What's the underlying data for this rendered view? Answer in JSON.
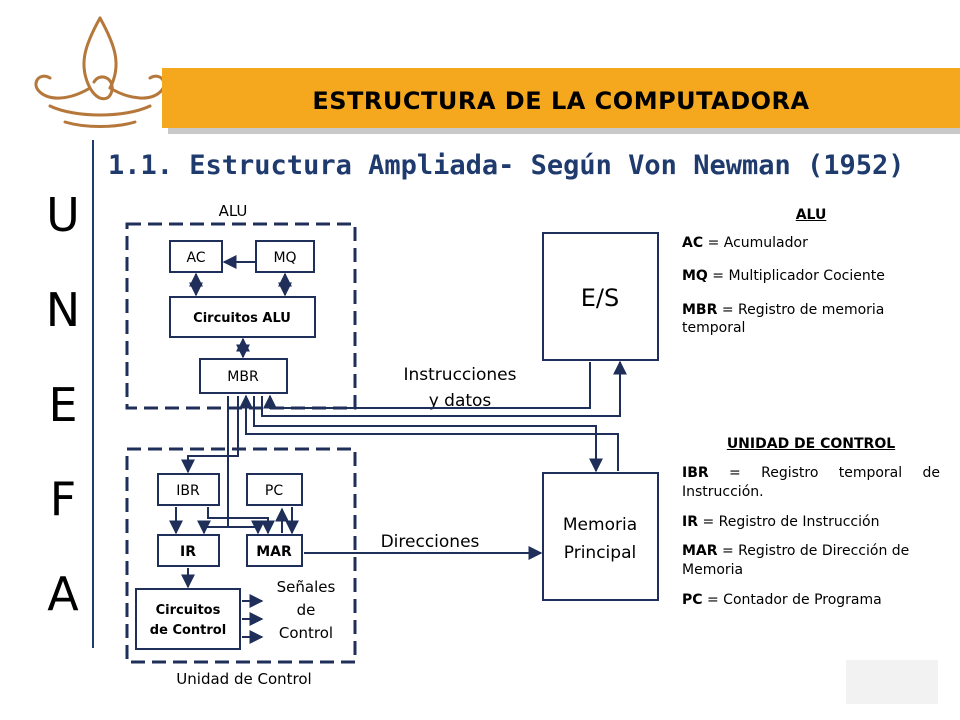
{
  "header": {
    "title": "ESTRUCTURA DE LA COMPUTADORA",
    "subtitle": "1.1. Estructura Ampliada- Según Von Newman (1952)"
  },
  "side_logo": {
    "letters": [
      "U",
      "N",
      "E",
      "F",
      "A"
    ]
  },
  "diagram": {
    "alu_group_label": "ALU",
    "control_group_label": "Unidad de Control",
    "blocks": {
      "ac": "AC",
      "mq": "MQ",
      "alu_circuits": "Circuitos ALU",
      "mbr": "MBR",
      "ibr": "IBR",
      "pc": "PC",
      "ir": "IR",
      "mar": "MAR",
      "control_circuits_line1": "Circuitos",
      "control_circuits_line2": "de Control",
      "io": "E/S",
      "memory_line1": "Memoria",
      "memory_line2": "Principal"
    },
    "labels": {
      "instructions_line1": "Instrucciones",
      "instructions_line2": "y datos",
      "addresses": "Direcciones",
      "signals_line1": "Señales",
      "signals_line2": "de",
      "signals_line3": "Control"
    }
  },
  "legend_alu": {
    "title": "ALU",
    "items": [
      {
        "abbr": "AC",
        "desc": "= Acumulador"
      },
      {
        "abbr": "MQ",
        "desc": "= Multiplicador Cociente"
      },
      {
        "abbr": "MBR",
        "desc": "= Registro de memoria temporal"
      }
    ]
  },
  "legend_control": {
    "title": "UNIDAD DE CONTROL",
    "items": [
      {
        "abbr": "IBR",
        "desc": "= Registro temporal de Instrucción."
      },
      {
        "abbr": "IR",
        "desc": "= Registro de Instrucción"
      },
      {
        "abbr": "MAR",
        "desc": "= Registro de Dirección de Memoria"
      },
      {
        "abbr": "PC",
        "desc": "= Contador de Programa"
      }
    ]
  },
  "colors": {
    "banner": "#f5a81e",
    "subtitle": "#1f3b6e",
    "ornament": "#b5773a",
    "diagram_lines": "#1f2f5a"
  }
}
